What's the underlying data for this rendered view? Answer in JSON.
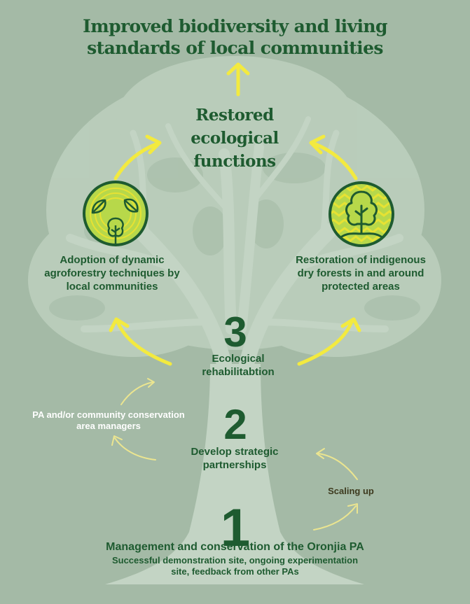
{
  "title": {
    "line1": "Improved biodiversity and living",
    "line2": "standards of local communities"
  },
  "restored": {
    "line1": "Restored",
    "line2": "ecological",
    "line3": "functions"
  },
  "left_node": {
    "icon": "agroforestry-leaves-tree-icon",
    "caption_line1": "Adoption of dynamic",
    "caption_line2": "agroforestry techniques by",
    "caption_line3": "local communities"
  },
  "right_node": {
    "icon": "dry-forest-tree-icon",
    "caption_line1": "Restoration of indigenous",
    "caption_line2": "dry forests in and around",
    "caption_line3": "protected areas"
  },
  "step3": {
    "number": "3",
    "line1": "Ecological",
    "line2": "rehabilitabtion"
  },
  "step2": {
    "number": "2",
    "line1": "Develop strategic",
    "line2": "partnerships"
  },
  "step1": {
    "number": "1",
    "title": "Management and conservation of the Oronjia PA",
    "sub_line1": "Successful demonstration site, ongoing experimentation",
    "sub_line2": "site, feedback from other PAs"
  },
  "side_labels": {
    "pa_line1": "PA and/or community conservation",
    "pa_line2": "area managers",
    "scaling": "Scaling up"
  },
  "colors": {
    "background": "#a4baa6",
    "tree": "#c0d2c1",
    "text_green": "#1e5b30",
    "arrow_yellow": "#f3ea3f",
    "arrow_pale": "#ebe590",
    "icon_ring": "#b7d84a"
  }
}
